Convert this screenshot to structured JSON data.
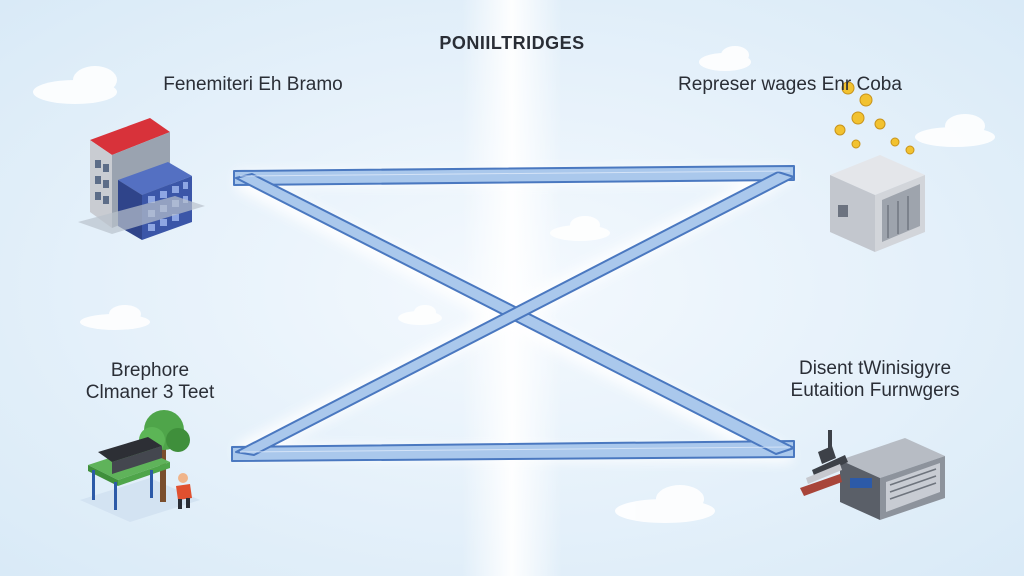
{
  "diagram": {
    "title": "PONIILTRIDGES",
    "nodes": [
      {
        "id": "top-left",
        "icon": "office-building-icon",
        "label_lines": [
          "Fenemiteri Eh Bramo"
        ]
      },
      {
        "id": "top-right",
        "icon": "server-coins-icon",
        "label_lines": [
          "Represer wages Enr Coba"
        ]
      },
      {
        "id": "bottom-left",
        "icon": "park-kiosk-icon",
        "label_lines": [
          "Brephore",
          "Clmaner 3 Teet"
        ]
      },
      {
        "id": "bottom-right",
        "icon": "machine-unit-icon",
        "label_lines": [
          "Disent tWinisigyre",
          "Eutaition Furnwgers"
        ]
      }
    ]
  },
  "colors": {
    "background": "#e6f2fb",
    "bridge_fill": "#aac8ec",
    "bridge_edge": "#4a78c0",
    "glow": "#ffffff",
    "building_red": "#d8323a",
    "building_blue": "#3b56a8",
    "tree_green": "#4fa54a",
    "coin_gold": "#f2c230"
  }
}
